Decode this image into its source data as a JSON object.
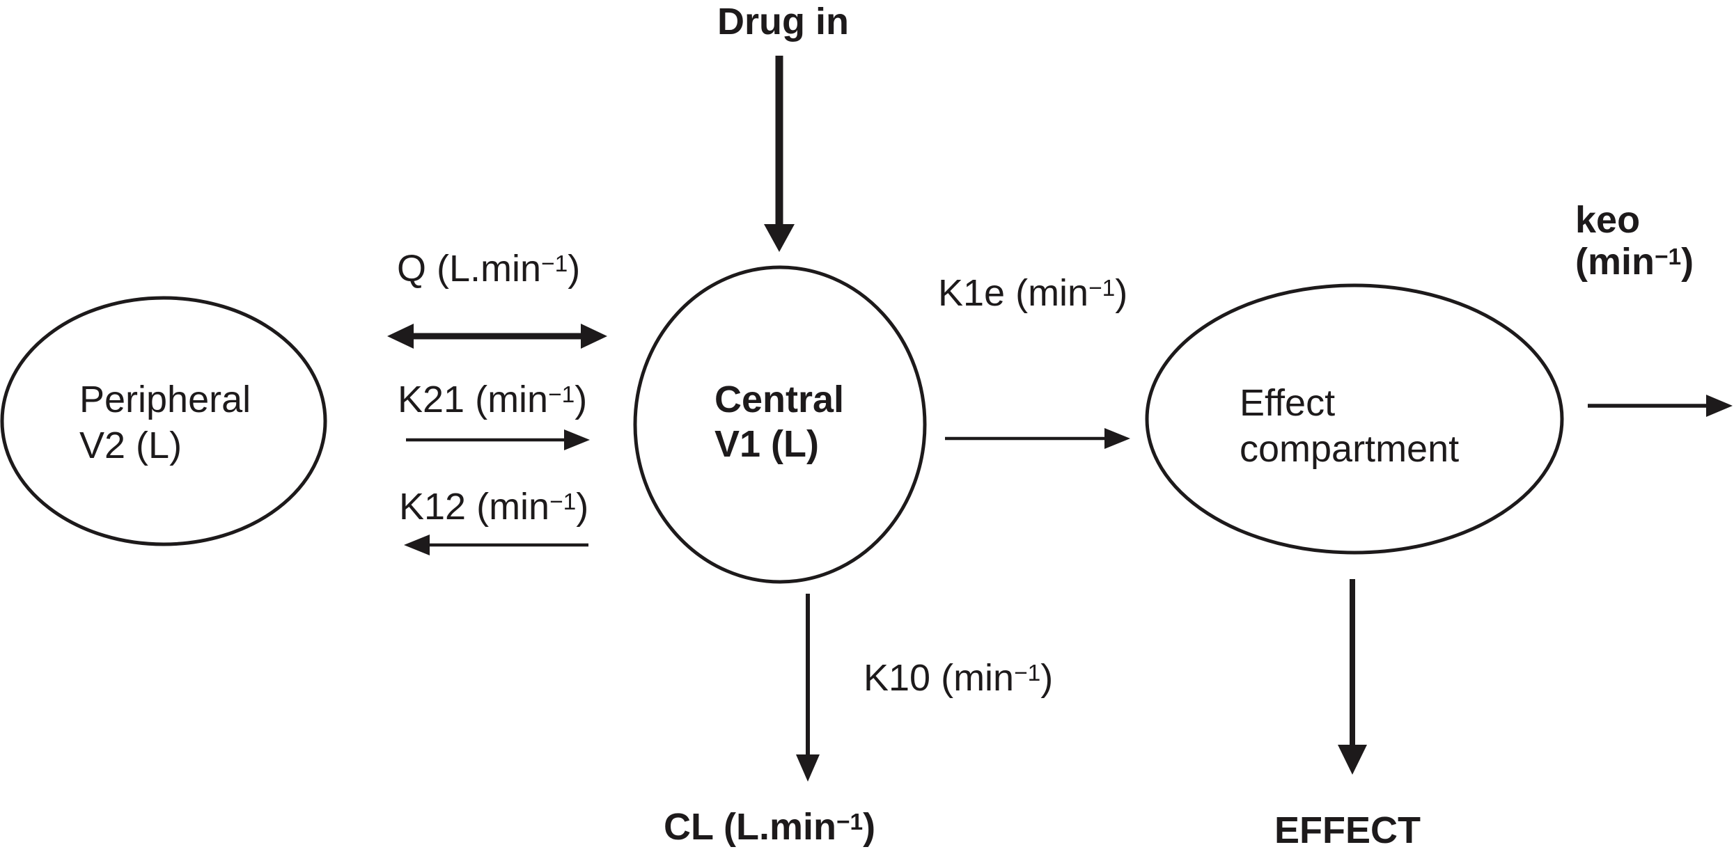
{
  "colors": {
    "ink": "#1d1a1b",
    "background": "#ffffff"
  },
  "labels": {
    "drug_in": "Drug in",
    "q": {
      "pre": "Q (L.min",
      "sup": "−1",
      "post": ")"
    },
    "k21": {
      "pre": "K21 (min",
      "sup": "−1",
      "post": ")"
    },
    "k12": {
      "pre": "K12 (min",
      "sup": "−1",
      "post": ")"
    },
    "k1e": {
      "pre": "K1e (min",
      "sup": "−1",
      "post": ")"
    },
    "k10": {
      "pre": "K10 (min",
      "sup": "−1",
      "post": ")"
    },
    "keo": {
      "line1": "keo",
      "pre": "(min",
      "sup": "−1",
      "post": ")"
    },
    "cl": {
      "pre": "CL (L.min",
      "sup": "−1",
      "post": ")"
    },
    "effect_output": "EFFECT"
  },
  "compartments": {
    "peripheral": {
      "line1": "Peripheral",
      "line2": "V2 (L)"
    },
    "central": {
      "line1": "Central",
      "line2": "V1 (L)"
    },
    "effect": {
      "line1": "Effect",
      "line2": "compartment"
    }
  }
}
